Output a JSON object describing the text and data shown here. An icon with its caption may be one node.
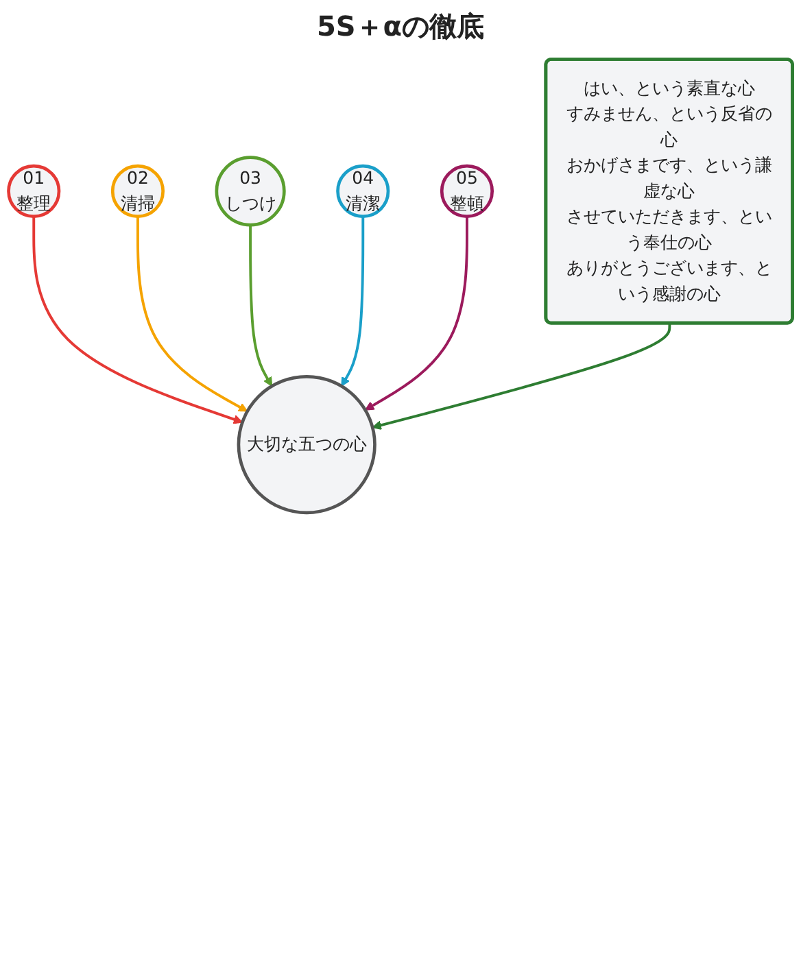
{
  "diagram": {
    "title": "5S＋αの徹底",
    "nodes": [
      {
        "text": [
          "01",
          "整理"
        ]
      },
      {
        "text": [
          "02",
          "清掃"
        ]
      },
      {
        "text": [
          "03",
          "しつけ"
        ]
      },
      {
        "text": [
          "04",
          "清潔"
        ]
      },
      {
        "text": [
          "05",
          "整頓"
        ]
      },
      {
        "text": [
          "大切な五つの心"
        ]
      },
      {
        "text": [
          "はい、という素直な心",
          "すみません、という反省の心",
          "おかげさまです、という謙虚な心",
          "させていただきます、という奉仕の心",
          "ありがとうございます、という感謝の心"
        ]
      }
    ],
    "edges": [
      {
        "from": 0,
        "to": 5,
        "arrow": "to",
        "color": "#e53935"
      },
      {
        "from": 1,
        "to": 5,
        "arrow": "to",
        "color": "#f5a300"
      },
      {
        "from": 2,
        "to": 5,
        "arrow": "to",
        "color": "#5a9e2f"
      },
      {
        "from": 3,
        "to": 5,
        "arrow": "to",
        "color": "#1a9fc9"
      },
      {
        "from": 4,
        "to": 5,
        "arrow": "to",
        "color": "#9c1a5c"
      },
      {
        "from": 6,
        "to": 5,
        "arrow": "to",
        "color": "#2e7d32"
      }
    ]
  }
}
